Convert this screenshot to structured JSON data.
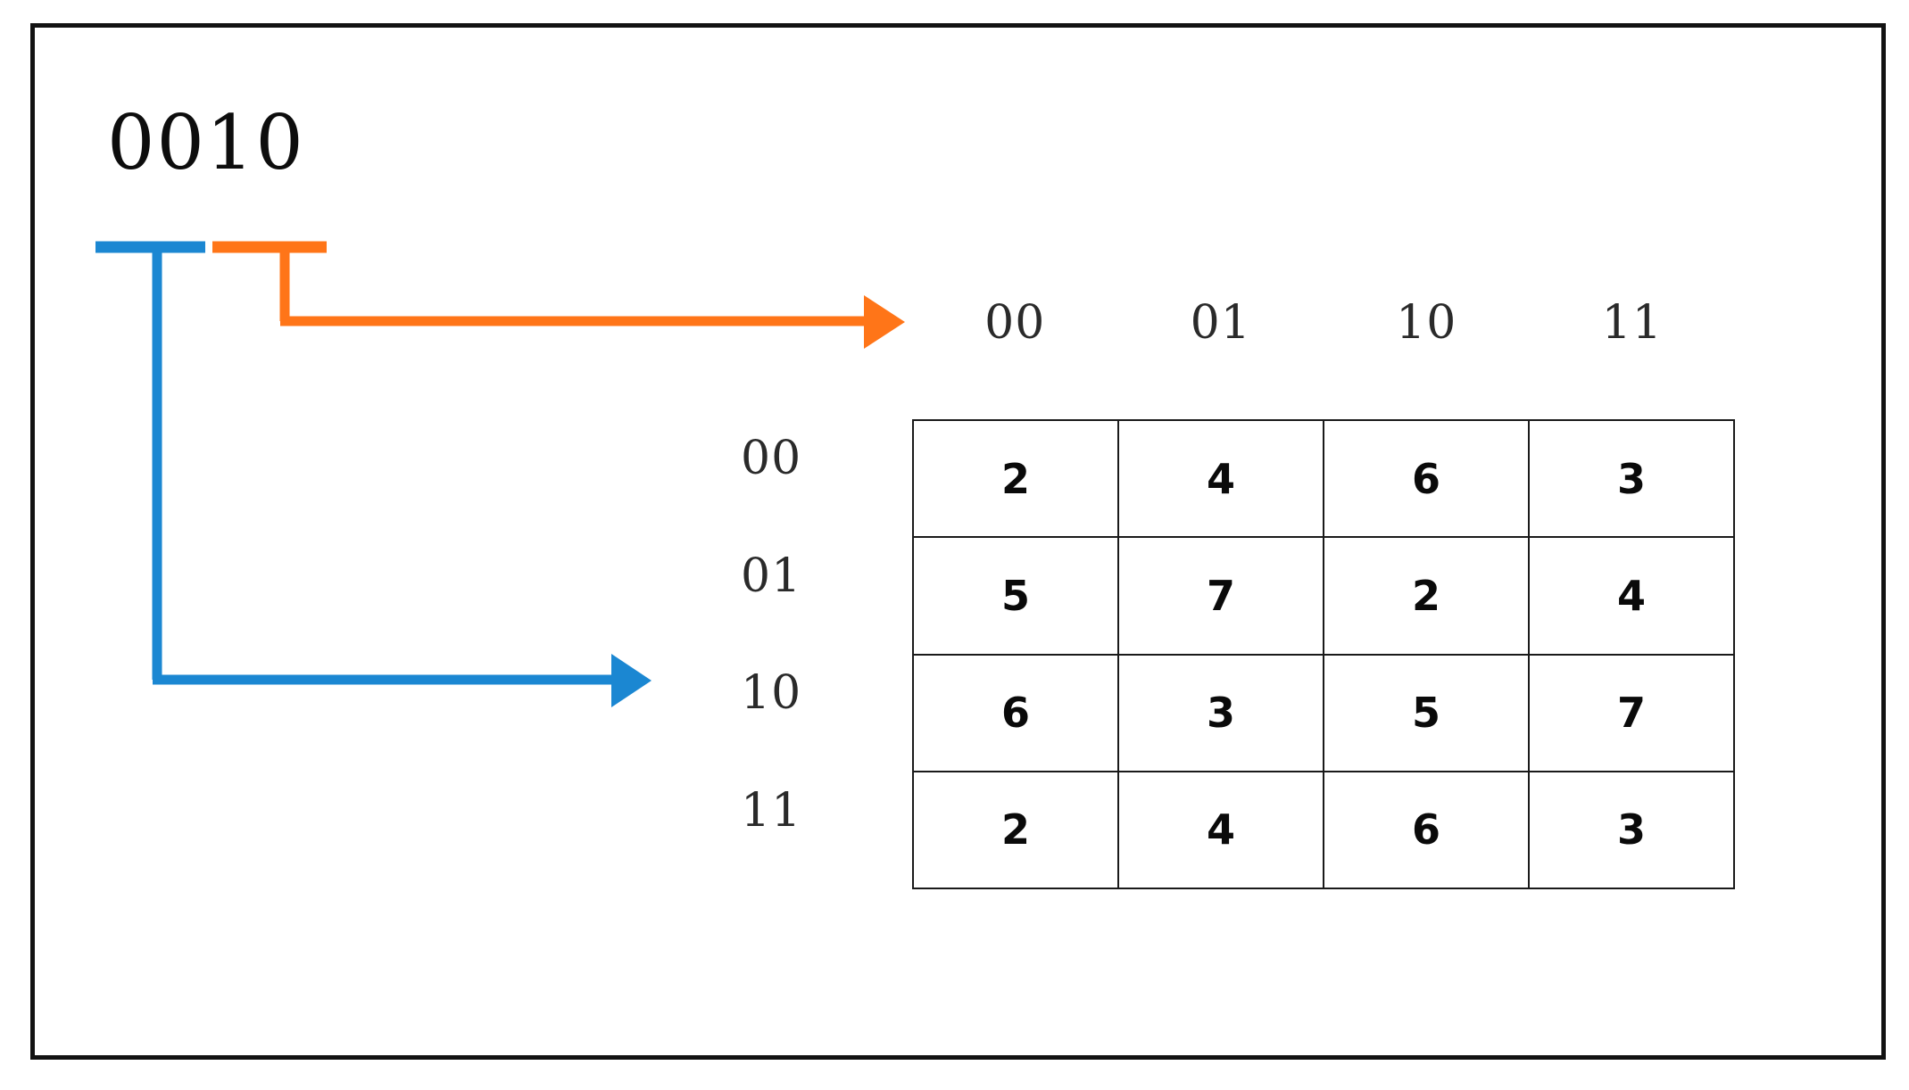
{
  "diagram": {
    "binary_string": "0010",
    "segments": [
      {
        "name": "high-bits",
        "bits": "00",
        "color": "#1b87d2",
        "target": "row-index"
      },
      {
        "name": "low-bits",
        "bits": "10",
        "color": "#ff7518",
        "target": "column-index"
      }
    ],
    "colors": {
      "blue": "#1b87d2",
      "orange": "#ff7518",
      "frame": "#121212",
      "table_line": "#1a1a1a",
      "text": "#2a2a2a"
    }
  },
  "chart_data": {
    "type": "table",
    "title": "",
    "xlabel": "",
    "ylabel": "",
    "column_headers": [
      "00",
      "01",
      "10",
      "11"
    ],
    "row_headers": [
      "00",
      "01",
      "10",
      "11"
    ],
    "rows": [
      [
        "2",
        "4",
        "6",
        "3"
      ],
      [
        "5",
        "7",
        "2",
        "4"
      ],
      [
        "6",
        "3",
        "5",
        "7"
      ],
      [
        "2",
        "4",
        "6",
        "3"
      ]
    ]
  }
}
